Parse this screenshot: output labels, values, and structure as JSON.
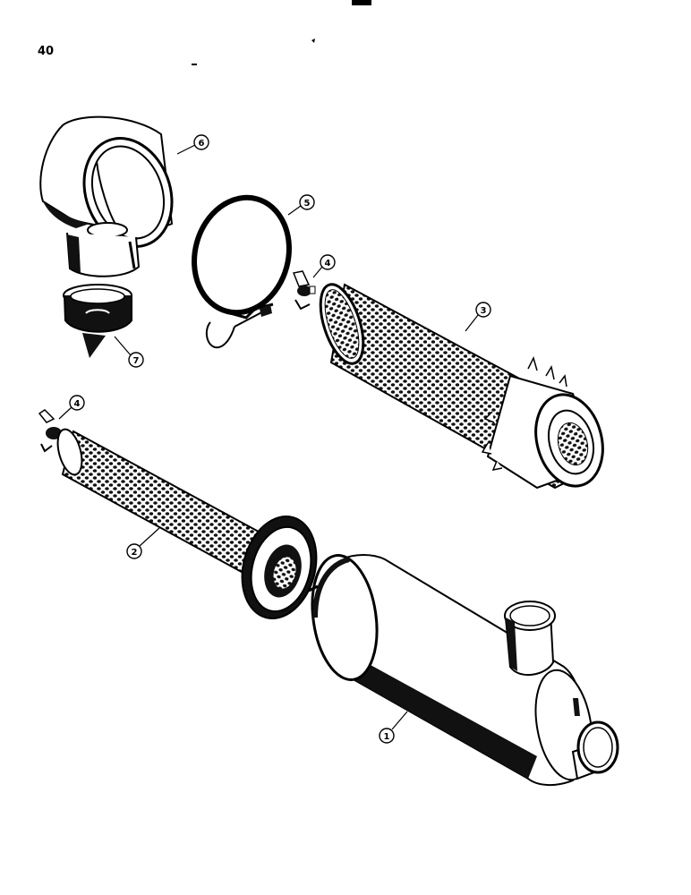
{
  "page": {
    "number": "40"
  },
  "callouts": [
    {
      "id": "1"
    },
    {
      "id": "2"
    },
    {
      "id": "3"
    },
    {
      "id": "4"
    },
    {
      "id": "4"
    },
    {
      "id": "5"
    },
    {
      "id": "6"
    },
    {
      "id": "7"
    }
  ]
}
